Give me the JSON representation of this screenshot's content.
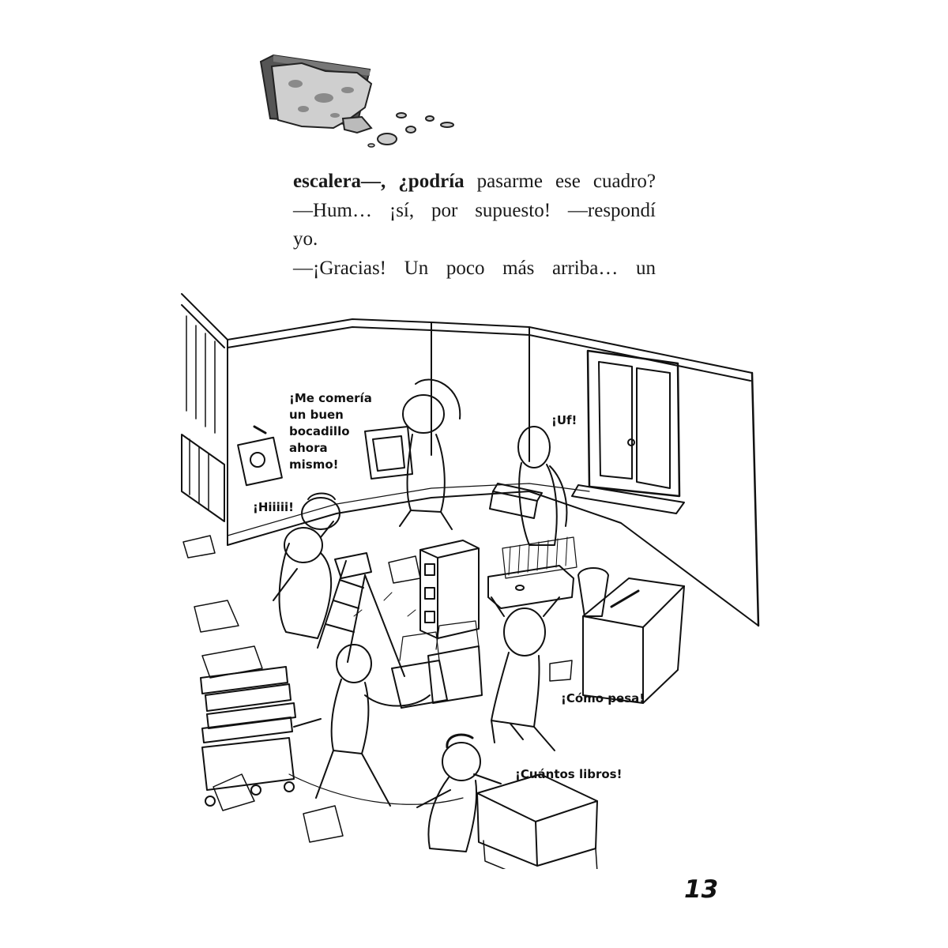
{
  "text": {
    "line1_bold": "escalera—, ¿podría",
    "line1_rest": " pasarme ese cuadro?",
    "line2": "—Hum… ¡sí, por supuesto! —respondí",
    "line3": "yo.",
    "line4": "—¡Gracias! Un poco más arriba… un"
  },
  "speech_bubbles": [
    "¡Me comería",
    "un buen",
    "bocadillo",
    "ahora",
    "mismo!",
    "¡Uf!",
    "¡Hiiiii!",
    "¡Cómo pesa!",
    "¡Cuántos libros!"
  ],
  "page_number": "13"
}
